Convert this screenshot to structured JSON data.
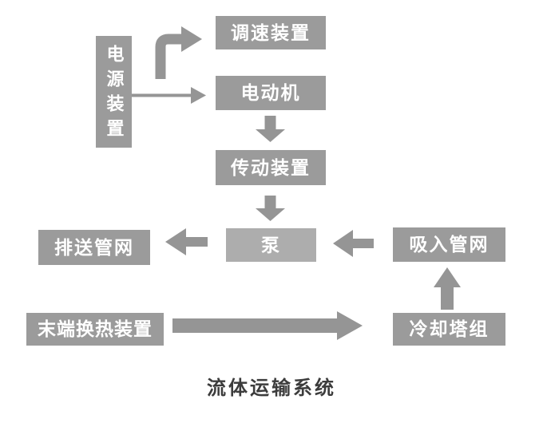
{
  "diagram": {
    "title": "流体运输系统",
    "nodes": {
      "power_supply": {
        "label": "电源装置"
      },
      "speed_control": {
        "label": "调速装置"
      },
      "motor": {
        "label": "电动机"
      },
      "transmission": {
        "label": "传动装置"
      },
      "pump": {
        "label": "泵"
      },
      "discharge_network": {
        "label": "排送管网"
      },
      "suction_network": {
        "label": "吸入管网"
      },
      "terminal_heat_exchange": {
        "label": "末端换热装置"
      },
      "cooling_tower": {
        "label": "冷却塔组"
      }
    },
    "edges": [
      {
        "from": "电源装置",
        "to": "调速装置"
      },
      {
        "from": "电源装置",
        "to": "电动机"
      },
      {
        "from": "电动机",
        "to": "传动装置"
      },
      {
        "from": "传动装置",
        "to": "泵"
      },
      {
        "from": "泵",
        "to": "排送管网"
      },
      {
        "from": "吸入管网",
        "to": "泵"
      },
      {
        "from": "冷却塔组",
        "to": "吸入管网"
      },
      {
        "from": "末端换热装置",
        "to": "冷却塔组"
      }
    ],
    "colors": {
      "node_fill": "#9b9b9b",
      "pump_fill": "#adadad",
      "arrow": "#959595",
      "node_text": "#ffffff",
      "title_text": "#3c3c3c",
      "background": "#ffffff"
    }
  }
}
